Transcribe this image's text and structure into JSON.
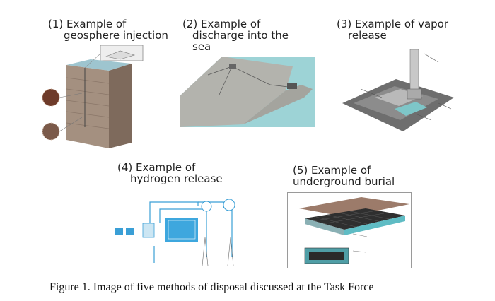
{
  "panels": [
    {
      "line1": "(1)  Example of",
      "line2": "geosphere injection"
    },
    {
      "line1": "(2) Example of",
      "line2": "discharge into the",
      "line3": "sea"
    },
    {
      "line1": "(3) Example of vapor",
      "line2": "release"
    },
    {
      "line1": "(4) Example of",
      "line2": "hydrogen release"
    },
    {
      "line1": "(5) Example of",
      "line2": "underground burial"
    }
  ],
  "caption": "Figure 1. Image of five methods of disposal discussed at the Task Force"
}
